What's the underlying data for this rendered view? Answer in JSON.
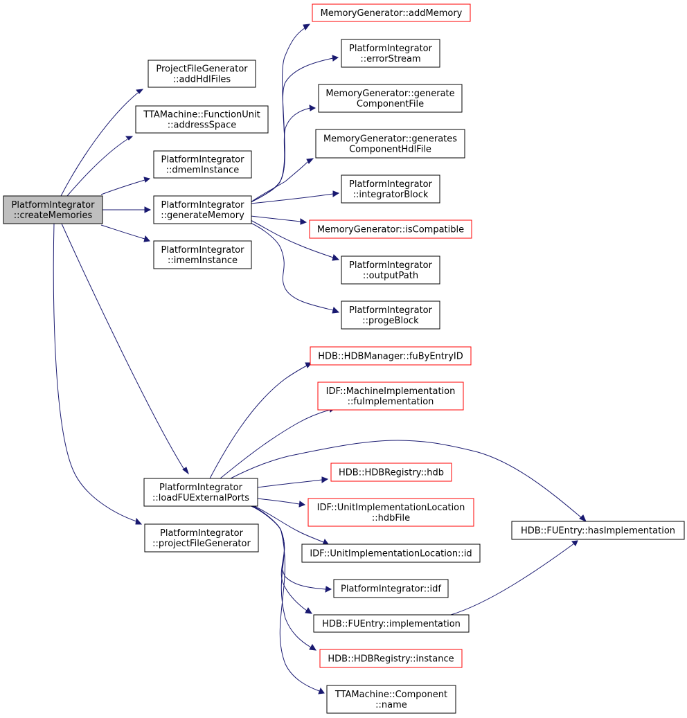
{
  "colors": {
    "edge": "#191970",
    "node_border": "#000000",
    "node_border_external": "#ff0000",
    "root_fill": "#bfbfbf",
    "node_fill": "#ffffff"
  },
  "nodes": {
    "root": {
      "lines": [
        "PlatformIntegrator",
        "::createMemories"
      ]
    },
    "addHdlFiles": {
      "lines": [
        "ProjectFileGenerator",
        "::addHdlFiles"
      ]
    },
    "addressSpace": {
      "lines": [
        "TTAMachine::FunctionUnit",
        "::addressSpace"
      ]
    },
    "dmemInstance": {
      "lines": [
        "PlatformIntegrator",
        "::dmemInstance"
      ]
    },
    "generateMemory": {
      "lines": [
        "PlatformIntegrator",
        "::generateMemory"
      ]
    },
    "imemInstance": {
      "lines": [
        "PlatformIntegrator",
        "::imemInstance"
      ]
    },
    "loadFUExternalPorts": {
      "lines": [
        "PlatformIntegrator",
        "::loadFUExternalPorts"
      ]
    },
    "projectFileGenerator": {
      "lines": [
        "PlatformIntegrator",
        "::projectFileGenerator"
      ]
    },
    "addMemory": {
      "lines": [
        "MemoryGenerator::addMemory"
      ]
    },
    "errorStream": {
      "lines": [
        "PlatformIntegrator",
        "::errorStream"
      ]
    },
    "generateComponentFile": {
      "lines": [
        "MemoryGenerator::generate",
        "ComponentFile"
      ]
    },
    "generatesComponentHdlFile": {
      "lines": [
        "MemoryGenerator::generates",
        "ComponentHdlFile"
      ]
    },
    "integratorBlock": {
      "lines": [
        "PlatformIntegrator",
        "::integratorBlock"
      ]
    },
    "isCompatible": {
      "lines": [
        "MemoryGenerator::isCompatible"
      ]
    },
    "outputPath": {
      "lines": [
        "PlatformIntegrator",
        "::outputPath"
      ]
    },
    "progeBlock": {
      "lines": [
        "PlatformIntegrator",
        "::progeBlock"
      ]
    },
    "fuByEntryID": {
      "lines": [
        "HDB::HDBManager::fuByEntryID"
      ]
    },
    "fuImplementation": {
      "lines": [
        "IDF::MachineImplementation",
        "::fuImplementation"
      ]
    },
    "hdb": {
      "lines": [
        "HDB::HDBRegistry::hdb"
      ]
    },
    "hdbFile": {
      "lines": [
        "IDF::UnitImplementationLocation",
        "::hdbFile"
      ]
    },
    "id": {
      "lines": [
        "IDF::UnitImplementationLocation::id"
      ]
    },
    "idf": {
      "lines": [
        "PlatformIntegrator::idf"
      ]
    },
    "implementation": {
      "lines": [
        "HDB::FUEntry::implementation"
      ]
    },
    "instance": {
      "lines": [
        "HDB::HDBRegistry::instance"
      ]
    },
    "componentName": {
      "lines": [
        "TTAMachine::Component",
        "::name"
      ]
    },
    "hasImplementation": {
      "lines": [
        "HDB::FUEntry::hasImplementation"
      ]
    }
  }
}
